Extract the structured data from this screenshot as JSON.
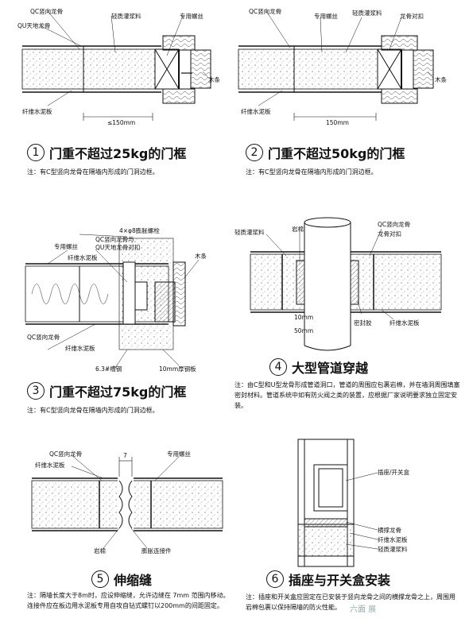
{
  "p1": {
    "labels": {
      "qc": "QC竖向龙骨",
      "qu": "QU天地龙骨",
      "grout": "轻质灌浆料",
      "screw": "专用螺丝",
      "wood": "木条",
      "board": "纤维水泥板",
      "dim": "≤150mm"
    },
    "num": "1",
    "title": "门重不超过25kg的门框",
    "note": "注：有C型竖向龙骨在隔墙内形成的门洞边框。"
  },
  "p2": {
    "labels": {
      "qc": "QC竖向龙骨",
      "screw": "专用螺丝",
      "grout": "轻质灌浆料",
      "clip": "龙骨对扣",
      "wood": "木条",
      "board": "纤维水泥板",
      "dim": "150mm"
    },
    "num": "2",
    "title": "门重不超过50kg的门框",
    "note": "注：有C型竖向龙骨在隔墙内形成的门洞边框。"
  },
  "p3": {
    "labels": {
      "bolt": "4×φ8膨胀螺栓",
      "qcqu1": "QC竖向龙骨与",
      "qcqu2": "QU天地龙骨对扣",
      "screw": "专用螺丝",
      "board1": "纤维水泥板",
      "wood": "木条",
      "qc": "QC竖向龙骨",
      "board2": "纤维水泥板",
      "channel": "6.3#槽钢",
      "plate": "10mm厚钢板"
    },
    "num": "3",
    "title": "门重不超过75kg的门框",
    "note": "注：有C型竖向龙骨在隔墙内形成的门洞边框。"
  },
  "p4": {
    "labels": {
      "grout": "轻质灌浆料",
      "rock": "岩棉",
      "qc": "QC竖向龙骨",
      "tile": "龙骨对扣",
      "d10": "10mm",
      "d50": "50mm",
      "sealant": "密封胶",
      "board": "纤维水泥板"
    },
    "num": "4",
    "title": "大型管道穿越",
    "note": "注：由C型和U型龙骨形成管道洞口，管道的周围应包裹岩棉，并在墙洞周围填塞密封材料。管道系统中如有防火阀之类的装置，应根据厂家说明要求独立固定安装。"
  },
  "p5": {
    "labels": {
      "qc": "QC竖向龙骨",
      "board": "纤维水泥板",
      "gap": "7",
      "screw": "专用螺丝",
      "rock": "岩棉",
      "joint": "膨胀连接件"
    },
    "num": "5",
    "title": "伸缩缝",
    "note": "注：隔墙长度大于8m时，应设伸缩缝，允许边缝在 7mm 范围内移动。连接件应在板边用水泥板专用自攻自钻式螺钉以200mm的间距固定。"
  },
  "p6": {
    "labels": {
      "socket": "插座/开关盒",
      "keel": "横撑龙骨",
      "board": "纤维水泥板",
      "grout": "轻质灌浆料"
    },
    "num": "6",
    "title": "插座与开关盒安装",
    "note": "注：插座和开关盒应固定在已安装于竖向龙骨之间的横撑龙骨之上，周围用岩棉包裹以保持隔墙的防火性能。"
  },
  "watermark": "六面 展"
}
